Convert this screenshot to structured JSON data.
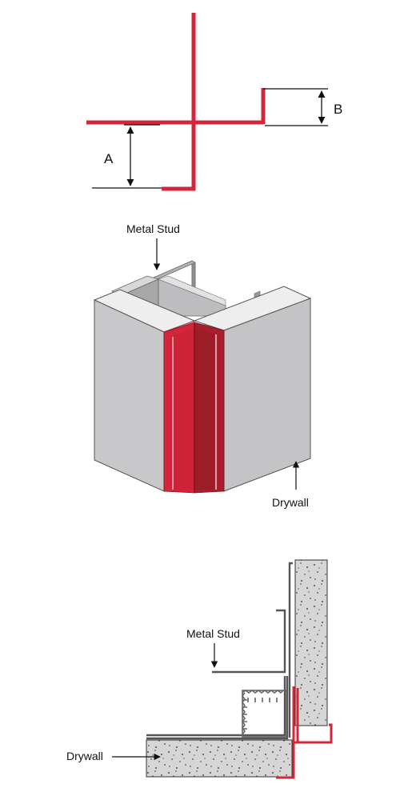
{
  "diagram": {
    "profile": {
      "dim_a": "A",
      "dim_b": "B"
    },
    "iso_view": {
      "metal_stud_label": "Metal Stud",
      "drywall_label": "Drywall"
    },
    "section_view": {
      "metal_stud_label": "Metal Stud",
      "drywall_label": "Drywall"
    }
  },
  "colors": {
    "accent_red": "#d3263a",
    "dark_red": "#9c1c28",
    "drywall_face": "#c9c9cb",
    "drywall_top": "#ededed",
    "stud_metal": "#a9a9ab",
    "line": "#111111"
  }
}
